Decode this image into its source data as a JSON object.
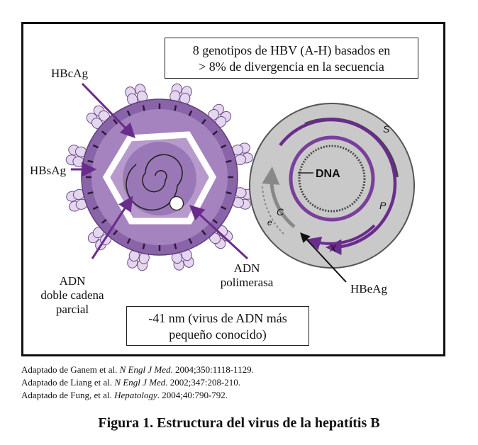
{
  "diagram": {
    "genotype_box": {
      "line1": "8 genotipos de HBV (A-H) basados en",
      "line2": "> 8% de divergencia en la secuencia"
    },
    "size_box": {
      "line1": "-41 nm (virus de ADN más",
      "line2": "pequeño conocido)"
    },
    "labels": {
      "hbcag": "HBcAg",
      "hbsag": "HBsAg",
      "adn_line1": "ADN",
      "adn_line2": "doble cadena",
      "adn_line3": "parcial",
      "polimerasa_line1": "ADN",
      "polimerasa_line2": "polimerasa",
      "hbeag": "HBeAg"
    },
    "genome_labels": {
      "dna": "DNA",
      "s": "S",
      "p": "P",
      "c": "C",
      "e": "e",
      "x": "X"
    },
    "colors": {
      "envelope": "#8a64a8",
      "capsid": "#b79acb",
      "core_fill": "#9a78b8",
      "arrow": "#6a2c8c",
      "genome_bg": "#c9c9c9"
    }
  },
  "references": [
    {
      "prefix": "Adaptado de Ganem et al. ",
      "journal": "N Engl J Med",
      "suffix": ". 2004;350:1118-1129."
    },
    {
      "prefix": "Adaptado de Liang et al. ",
      "journal": "N Engl J Med",
      "suffix": ". 2002;347:208-210."
    },
    {
      "prefix": "Adaptado de Fung, et al. ",
      "journal": "Hepatology",
      "suffix": ". 2004;40:790-792."
    }
  ],
  "figure_title": "Figura 1. Estructura del virus de la hepatítis B"
}
